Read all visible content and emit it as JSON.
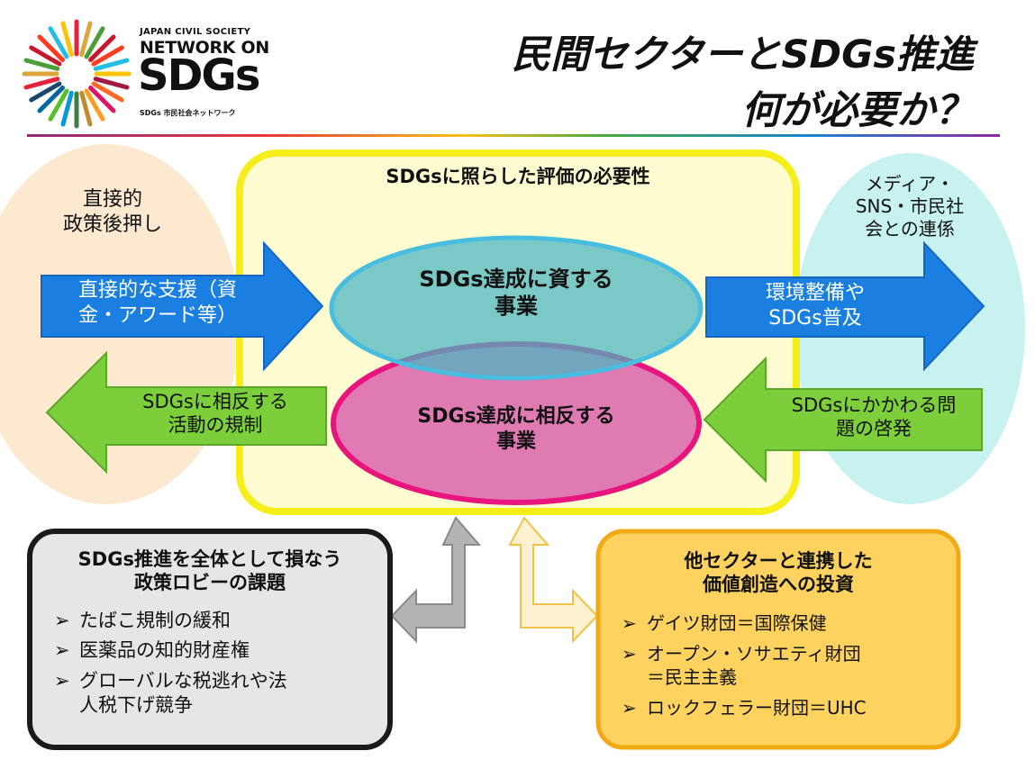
{
  "logo": {
    "line1": "JAPAN CIVIL SOCIETY",
    "line2": "NETWORK ON",
    "line3": "SDGs",
    "line4": "SDGs 市民社会ネットワーク",
    "ray_colors": [
      "#e5243b",
      "#dda63a",
      "#4c9f38",
      "#c5192d",
      "#ff3a21",
      "#26bde2",
      "#fcc30b",
      "#a21942",
      "#fd6925",
      "#dd1367",
      "#fd9d24",
      "#bf8b2e",
      "#3f7e44",
      "#0a97d9",
      "#56c02b",
      "#00689d",
      "#19486a"
    ]
  },
  "title": {
    "line1": "民間セクターとSDGs推進",
    "line2": "何が必要か？"
  },
  "center": {
    "heading": "SDGsに照らした評価の必要性",
    "top_ellipse": [
      "SDGs達成に資する",
      "事業"
    ],
    "bottom_ellipse": [
      "SDGs達成に相反する",
      "事業"
    ]
  },
  "left_side": {
    "label": [
      "直接的",
      "政策後押し"
    ],
    "arrow_right": [
      "直接的な支援（資",
      "金・アワード等）"
    ],
    "arrow_left": [
      "SDGsに相反する",
      "活動の規制"
    ]
  },
  "right_side": {
    "label": [
      "メディア・",
      "SNS・市民社",
      "会との連係"
    ],
    "arrow_right": [
      "環境整備や",
      "SDGs普及"
    ],
    "arrow_left": [
      "SDGsにかかわる問",
      "題の啓発"
    ]
  },
  "box_left": {
    "heading": [
      "SDGs推進を全体として損なう",
      "政策ロビーの課題"
    ],
    "marker": "➢",
    "items": [
      [
        "たばこ規制の緩和"
      ],
      [
        "医薬品の知的財産権"
      ],
      [
        "グローバルな税逃れや法",
        "人税下げ競争"
      ]
    ]
  },
  "box_right": {
    "heading": [
      "他セクターと連携した",
      "価値創造への投資"
    ],
    "marker": "➢",
    "items": [
      [
        "ゲイツ財団＝国際保健"
      ],
      [
        "オープン・ソサエティ財団",
        "＝民主主義"
      ],
      [
        "ロックフェラー財団＝UHC"
      ]
    ]
  },
  "colors": {
    "yellow_border": "#f5ee1a",
    "yellow_fill": "#fefcd0",
    "peach": "#fde9cf",
    "cyan": "#c8f2ef",
    "blue_arrow": "#1a7fe0",
    "green_arrow": "#7ccf3a",
    "teal_ellipse": "#6fc1c7",
    "teal_stroke": "#48bde0",
    "pink_ellipse": "#e07ab3",
    "pink_stroke": "#e8157f",
    "gray_box": "#e6e6e6",
    "orange_box": "#fdd25f",
    "orange_stroke": "#f2a916"
  }
}
